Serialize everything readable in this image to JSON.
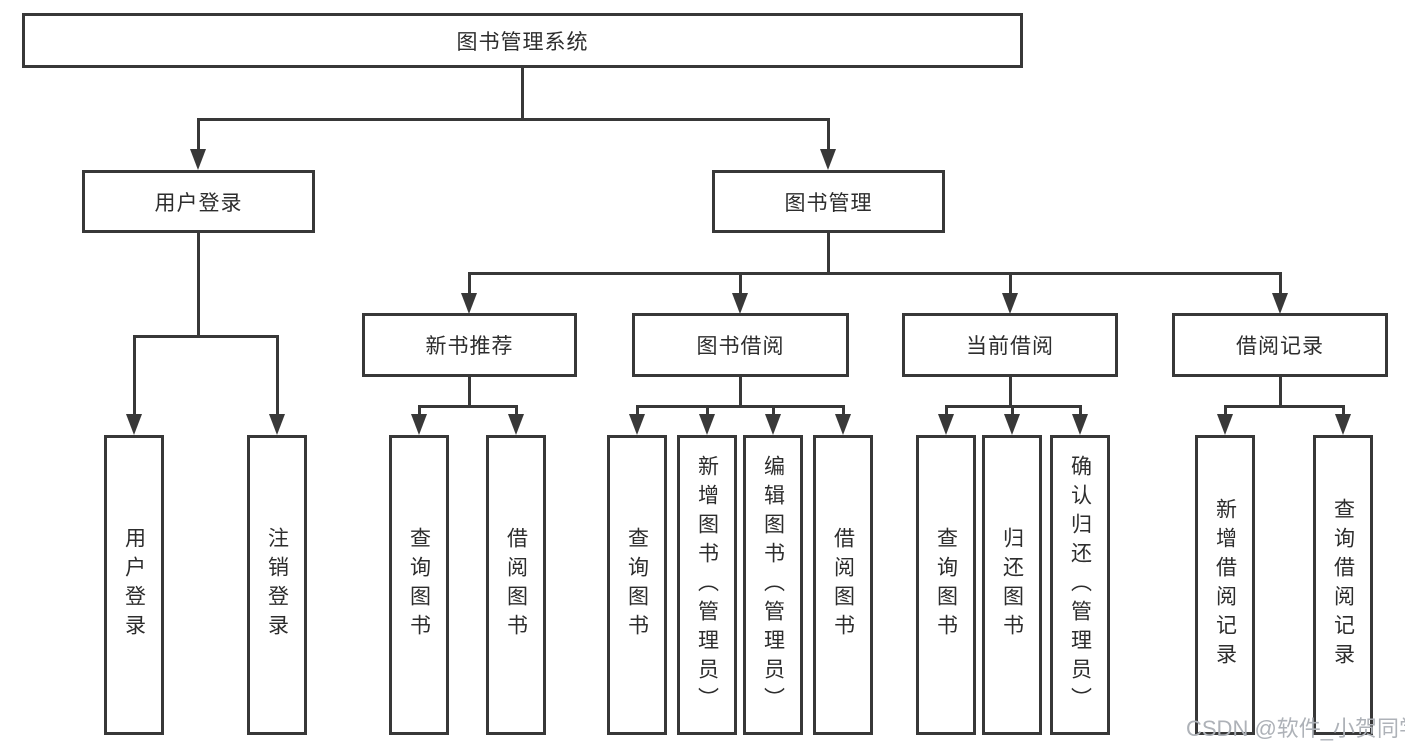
{
  "diagram": {
    "title": "图书管理系统",
    "root": {
      "label": "图书管理系统"
    },
    "level2": [
      {
        "label": "用户登录"
      },
      {
        "label": "图书管理"
      }
    ],
    "level3": [
      {
        "label": "新书推荐"
      },
      {
        "label": "图书借阅"
      },
      {
        "label": "当前借阅"
      },
      {
        "label": "借阅记录"
      }
    ],
    "leaves": {
      "user_login": [
        "用户登录",
        "注销登录"
      ],
      "new_book": [
        "查询图书",
        "借阅图书"
      ],
      "book_borrow": [
        "查询图书",
        "新增图书（管理员）",
        "编辑图书（管理员）",
        "借阅图书"
      ],
      "current_borrow": [
        "查询图书",
        "归还图书",
        "确认归还（管理员）"
      ],
      "borrow_records": [
        "新增借阅记录",
        "查询借阅记录"
      ]
    }
  },
  "watermark": "CSDN @软件_小贺同学",
  "colors": {
    "line": "#383838",
    "box_border": "#383838",
    "text": "#2d2d2d",
    "watermark": "#aeb2b8",
    "background": "#ffffff"
  }
}
